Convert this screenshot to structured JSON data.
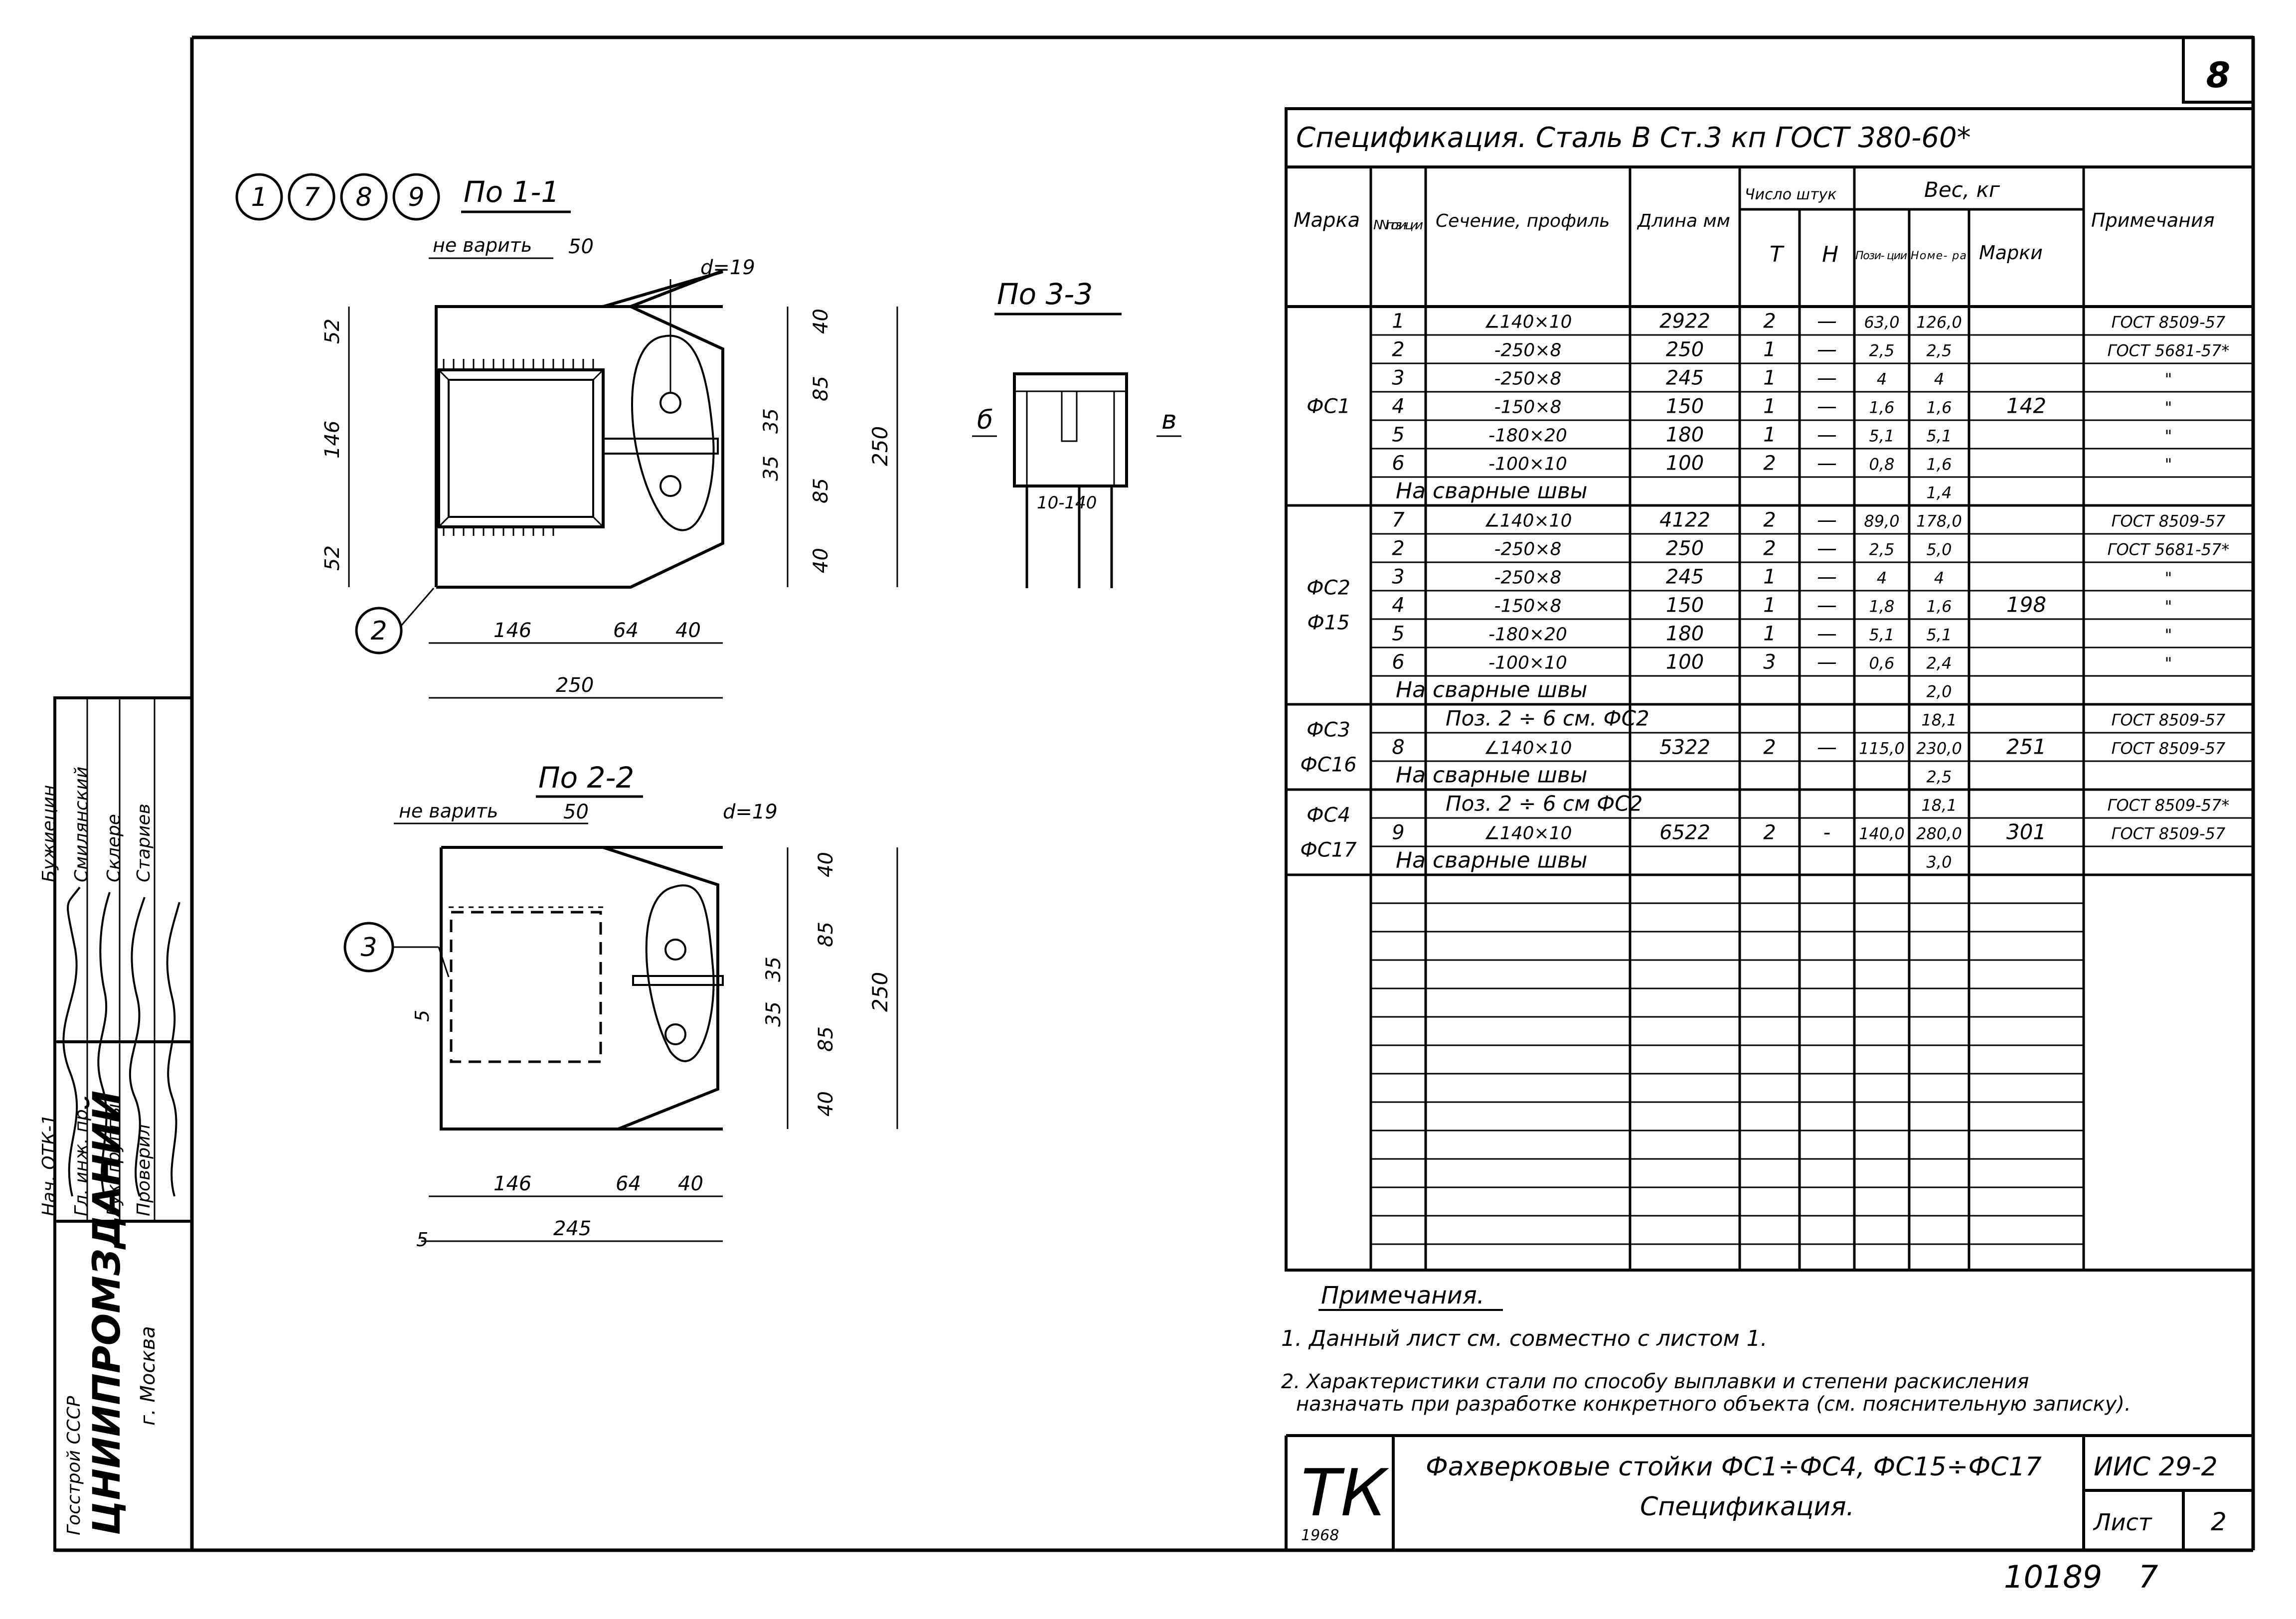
{
  "sheet_corner_number": "8",
  "spec": {
    "title": "Спецификация.  Сталь В Ст.3 кп ГОСТ 380-60*",
    "headers": {
      "marka": "Марка",
      "pos": "NN пози- ции",
      "section": "Сечение, профиль",
      "length": "Длина мм",
      "qty_group": "Число штук",
      "qty_t": "Т",
      "qty_n": "Н",
      "weight_group": "Вес, кг",
      "w_pos": "Пози- ции",
      "w_mark_total": "Номе- ра",
      "w_marki": "Марки",
      "notes": "Примечания"
    },
    "groups": [
      {
        "marka": [
          "ФС1"
        ],
        "marki_weight": "142",
        "rows": [
          {
            "pos": "1",
            "section": "∠140×10",
            "length": "2922",
            "t": "2",
            "n": "—",
            "wpos": "63,0",
            "wnom": "126,0",
            "note": "ГОСТ 8509-57"
          },
          {
            "pos": "2",
            "section": "-250×8",
            "length": "250",
            "t": "1",
            "n": "—",
            "wpos": "2,5",
            "wnom": "2,5",
            "note": "ГОСТ 5681-57*"
          },
          {
            "pos": "3",
            "section": "-250×8",
            "length": "245",
            "t": "1",
            "n": "—",
            "wpos": "4",
            "wnom": "4",
            "note": "\""
          },
          {
            "pos": "4",
            "section": "-150×8",
            "length": "150",
            "t": "1",
            "n": "—",
            "wpos": "1,6",
            "wnom": "1,6",
            "note": "\""
          },
          {
            "pos": "5",
            "section": "-180×20",
            "length": "180",
            "t": "1",
            "n": "—",
            "wpos": "5,1",
            "wnom": "5,1",
            "note": "\""
          },
          {
            "pos": "6",
            "section": "-100×10",
            "length": "100",
            "t": "2",
            "n": "—",
            "wpos": "0,8",
            "wnom": "1,6",
            "note": "\""
          }
        ],
        "weld_label": "На сварные швы",
        "weld_value": "1,4"
      },
      {
        "marka": [
          "ФС2",
          "Ф15"
        ],
        "marki_weight": "198",
        "rows": [
          {
            "pos": "7",
            "section": "∠140×10",
            "length": "4122",
            "t": "2",
            "n": "—",
            "wpos": "89,0",
            "wnom": "178,0",
            "note": "ГОСТ 8509-57"
          },
          {
            "pos": "2",
            "section": "-250×8",
            "length": "250",
            "t": "2",
            "n": "—",
            "wpos": "2,5",
            "wnom": "5,0",
            "note": "ГОСТ 5681-57*"
          },
          {
            "pos": "3",
            "section": "-250×8",
            "length": "245",
            "t": "1",
            "n": "—",
            "wpos": "4",
            "wnom": "4",
            "note": "\""
          },
          {
            "pos": "4",
            "section": "-150×8",
            "length": "150",
            "t": "1",
            "n": "—",
            "wpos": "1,8",
            "wnom": "1,6",
            "note": "\""
          },
          {
            "pos": "5",
            "section": "-180×20",
            "length": "180",
            "t": "1",
            "n": "—",
            "wpos": "5,1",
            "wnom": "5,1",
            "note": "\""
          },
          {
            "pos": "6",
            "section": "-100×10",
            "length": "100",
            "t": "3",
            "n": "—",
            "wpos": "0,6",
            "wnom": "2,4",
            "note": "\""
          }
        ],
        "weld_label": "На сварные швы",
        "weld_value": "2,0"
      },
      {
        "marka": [
          "ФС3",
          "ФС16"
        ],
        "marki_weight": "251",
        "ref_label": "Поз.  2 ÷ 6  см. ФС2",
        "ref_value": "18,1",
        "ref_note": "ГОСТ 8509-57",
        "rows": [
          {
            "pos": "8",
            "section": "∠140×10",
            "length": "5322",
            "t": "2",
            "n": "—",
            "wpos": "115,0",
            "wnom": "230,0",
            "note": "ГОСТ 8509-57"
          }
        ],
        "weld_label": "На сварные швы",
        "weld_value": "2,5"
      },
      {
        "marka": [
          "ФС4",
          "ФС17"
        ],
        "marki_weight": "301",
        "ref_label": "Поз.  2 ÷ 6  см  ФС2",
        "ref_value": "18,1",
        "ref_note": "ГОСТ 8509-57*",
        "rows": [
          {
            "pos": "9",
            "section": "∠140×10",
            "length": "6522",
            "t": "2",
            "n": "-",
            "wpos": "140,0",
            "wnom": "280,0",
            "note": "ГОСТ 8509-57"
          }
        ],
        "weld_label": "На сварные швы",
        "weld_value": "3,0"
      }
    ]
  },
  "notes": {
    "heading": "Примечания.",
    "items": [
      "1. Данный лист см. совместно с листом 1.",
      "2. Характеристики стали по способу выплавки и степени раскисления",
      "назначать при разработке конкретного объекта (см. пояснительную записку)."
    ]
  },
  "title_block": {
    "logo": "ТК",
    "year": "1968",
    "title_line1": "Фахверковые стойки ФС1÷ФС4, ФС15÷ФС17",
    "title_line2": "Спецификация.",
    "code": "ИИС 29-2",
    "sheet_label": "Лист",
    "sheet_no": "2"
  },
  "bottom_numbers": {
    "archive": "10189",
    "page": "7"
  },
  "left_stamp": {
    "org1": "Госстрой СССР",
    "org2": "ЦНИИПРОМЗДАНИЙ",
    "city": "г. Москва",
    "roles": [
      "Нач. ОТК-1",
      "Гл. инж. пр.",
      "Рук. группы",
      "Проверил"
    ],
    "names": [
      "Бужиецин",
      "Смилянский",
      "Склерe",
      "Стариев"
    ]
  },
  "drawings": {
    "view1": {
      "title": "По 1-1",
      "markers": [
        "1",
        "7",
        "8",
        "9"
      ],
      "leader2": "2",
      "note_nw": "не варить",
      "dims": [
        "50",
        "d=19",
        "52",
        "146",
        "52",
        "40",
        "85",
        "35",
        "35",
        "85",
        "40",
        "250",
        "146",
        "64",
        "40",
        "250"
      ]
    },
    "view2": {
      "title": "По 2-2",
      "leader3": "3",
      "note_nw": "не варить",
      "dims": [
        "50",
        "d=19",
        "40",
        "85",
        "35",
        "35",
        "85",
        "40",
        "250",
        "5",
        "146",
        "64",
        "40",
        "5",
        "245"
      ]
    },
    "view3": {
      "title": "По 3-3",
      "left_label": "б",
      "right_label": "в",
      "inner": "10-140"
    }
  }
}
